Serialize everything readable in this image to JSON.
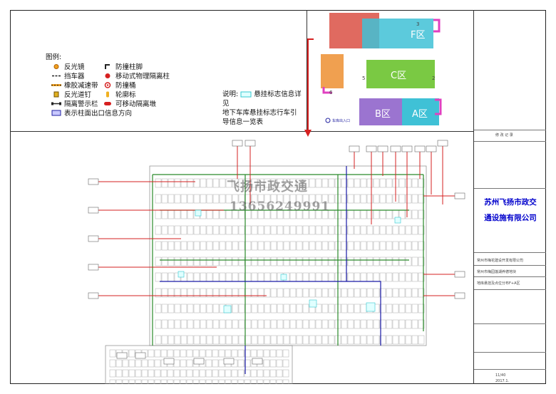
{
  "legend": {
    "title": "图例:",
    "items": [
      {
        "label": "反光镜",
        "icon": "mirror-icon"
      },
      {
        "label": "挡车器",
        "icon": "wheel-stop-icon"
      },
      {
        "label": "橡胶减速带",
        "icon": "speed-bump-icon"
      },
      {
        "label": "反光道钉",
        "icon": "road-stud-icon"
      },
      {
        "label": "隔离警示栏",
        "icon": "barrier-rail-icon"
      },
      {
        "label": "表示柱面出口信息方向",
        "icon": "exit-direction-icon"
      },
      {
        "label": "防撞柱脚",
        "icon": "column-guard-icon"
      },
      {
        "label": "移动式物理隔离柱",
        "icon": "movable-post-icon"
      },
      {
        "label": "防撞桶",
        "icon": "crash-barrel-icon"
      },
      {
        "label": "轮廓标",
        "icon": "delineator-icon"
      },
      {
        "label": "可移动隔离墩",
        "icon": "movable-pier-icon"
      }
    ],
    "note_prefix": "说明:",
    "note_line1": "悬挂标志信息详见",
    "note_line2": "地下车库悬挂标志行车引导信息一览表"
  },
  "keymap": {
    "zones": [
      "F区",
      "C区",
      "B区",
      "A区"
    ],
    "numbers": [
      "3",
      "2",
      "5",
      "6"
    ],
    "entrance": "车库出入口"
  },
  "watermark": {
    "name": "飞扬市政交通",
    "phone": "13656249991"
  },
  "title_block": {
    "company_line1": "苏州飞扬市政交",
    "company_line2": "通设施有限公司",
    "revision_header": "修 改 记 录",
    "client": "常州市梅花建设开发有限公司",
    "project": "常州市梅园莲湖养德地块",
    "drawing": "地库悬挂及点位分布F+A区",
    "date": "2017.1.",
    "drawing_no": "11/40"
  },
  "colors": {
    "red": "#d62020",
    "green": "#2a8a2a",
    "blue": "#1a1aa8",
    "pink": "#e040c0",
    "cyan": "#33c8d0",
    "zone_green": "#7ac943",
    "zone_cyan": "#3fc1d6",
    "zone_red": "#e06a60",
    "zone_orange": "#f0a050",
    "zone_purple": "#8a5cc8"
  }
}
